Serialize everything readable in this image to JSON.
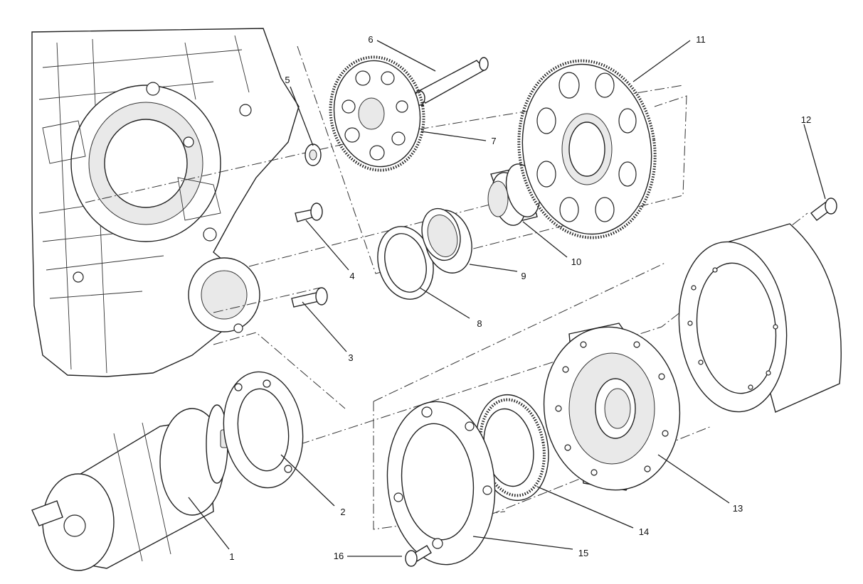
{
  "callouts": [
    {
      "id": "1",
      "label": "1",
      "part": "starter-motor"
    },
    {
      "id": "2",
      "label": "2",
      "part": "starter-gasket"
    },
    {
      "id": "3",
      "label": "3",
      "part": "screw-lower"
    },
    {
      "id": "4",
      "label": "4",
      "part": "screw-upper"
    },
    {
      "id": "5",
      "label": "5",
      "part": "washer"
    },
    {
      "id": "6",
      "label": "6",
      "part": "gear-shaft"
    },
    {
      "id": "7",
      "label": "7",
      "part": "idler-gear"
    },
    {
      "id": "8",
      "label": "8",
      "part": "thrust-washer"
    },
    {
      "id": "9",
      "label": "9",
      "part": "needle-bushing"
    },
    {
      "id": "10",
      "label": "10",
      "part": "spacer-bushing"
    },
    {
      "id": "11",
      "label": "11",
      "part": "starter-ring-gear"
    },
    {
      "id": "12",
      "label": "12",
      "part": "flywheel-bolt"
    },
    {
      "id": "13",
      "label": "13",
      "part": "flywheel-hub"
    },
    {
      "id": "14",
      "label": "14",
      "part": "freewheel-clutch"
    },
    {
      "id": "15",
      "label": "15",
      "part": "cover-plate"
    },
    {
      "id": "16",
      "label": "16",
      "part": "plate-screw"
    }
  ]
}
